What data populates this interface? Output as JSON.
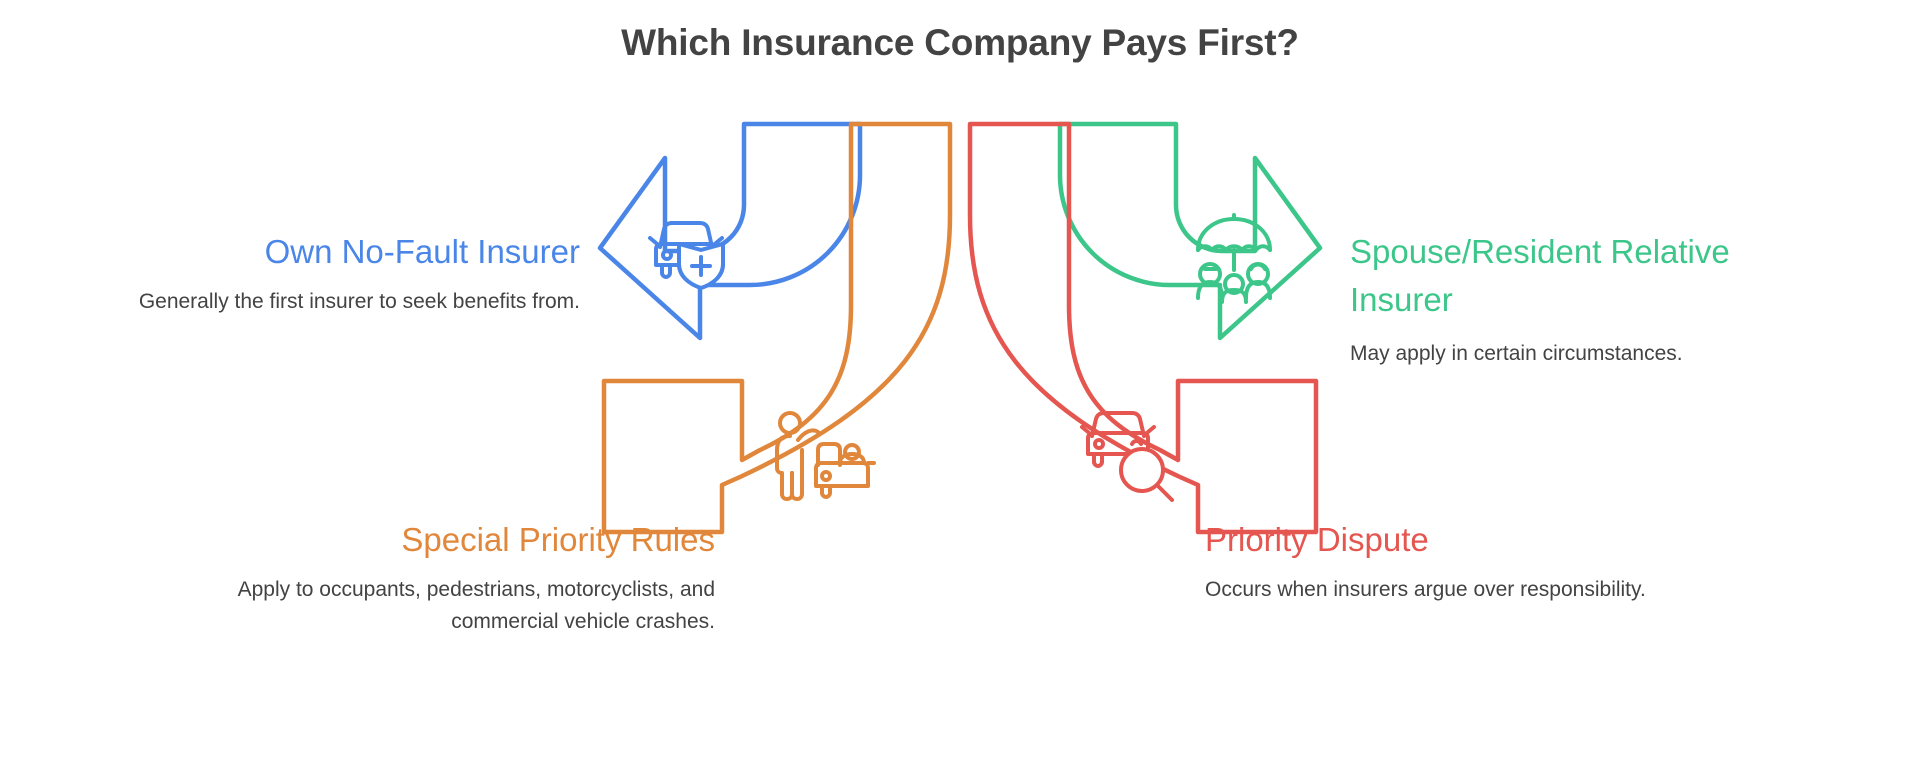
{
  "page": {
    "title": "Which Insurance Company Pays First?",
    "background_color": "#ffffff",
    "title_color": "#434343",
    "body_text_color": "#434343"
  },
  "flow": {
    "nodes": [
      {
        "id": "own-no-fault",
        "title": "Own No-Fault Insurer",
        "description": "Generally the first insurer to seek benefits from.",
        "color": "#4A86E8",
        "color_name": "blue",
        "icon": "car-shield-plus-icon",
        "arrow_direction": "left",
        "position": "upper-left"
      },
      {
        "id": "spouse-relative",
        "title": "Spouse/Resident Relative Insurer",
        "description": "May apply in certain circumstances.",
        "color": "#3CC68A",
        "color_name": "green",
        "icon": "umbrella-family-icon",
        "arrow_direction": "right",
        "position": "upper-right"
      },
      {
        "id": "special-priority",
        "title": "Special Priority Rules",
        "description": "Apply to occupants, pedestrians, motorcyclists, and commercial vehicle crashes.",
        "color": "#E0873B",
        "color_name": "orange",
        "icon": "pedestrian-vehicle-icon",
        "arrow_direction": "down-left",
        "position": "lower-left"
      },
      {
        "id": "priority-dispute",
        "title": "Priority Dispute",
        "description": "Occurs when insurers argue over responsibility.",
        "color": "#E4564F",
        "color_name": "red",
        "icon": "car-magnifier-icon",
        "arrow_direction": "down-right",
        "position": "lower-right"
      }
    ]
  }
}
